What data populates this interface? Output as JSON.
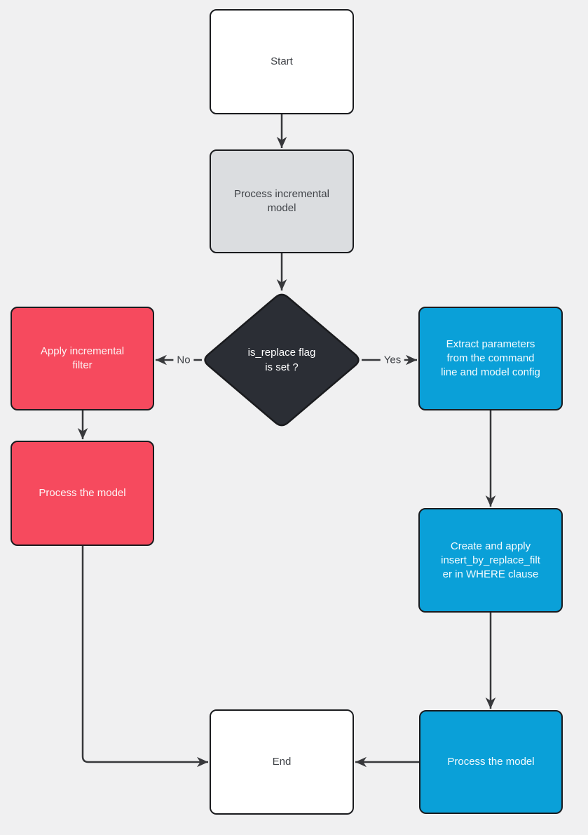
{
  "diagram": {
    "background_color": "#f0f0f1",
    "stroke_color": "#37383b",
    "border_color": "#1a1b1e",
    "nodes": {
      "start": {
        "label": "Start",
        "fill": "#ffffff",
        "text_color": "#3f4247",
        "shape": "rounded-rect"
      },
      "process_incremental": {
        "label": "Process incremental\nmodel",
        "fill": "#dbdde0",
        "text_color": "#3f4247",
        "shape": "rounded-rect"
      },
      "decision": {
        "label": "is_replace flag\nis set ?",
        "fill": "#2b2e35",
        "text_color": "#ffffff",
        "shape": "diamond"
      },
      "apply_filter": {
        "label": "Apply incremental\nfilter",
        "fill": "#f64a5e",
        "text_color": "#fdf4f5",
        "shape": "rounded-rect"
      },
      "process_model_left": {
        "label": "Process the model",
        "fill": "#f64a5e",
        "text_color": "#fdf4f5",
        "shape": "rounded-rect"
      },
      "extract_params": {
        "label": "Extract parameters\nfrom the command\nline and model config",
        "fill": "#0aa0d8",
        "text_color": "#f4fbfe",
        "shape": "rounded-rect"
      },
      "create_filter": {
        "label": "Create and apply\ninsert_by_replace_filt\ner in WHERE clause",
        "fill": "#0aa0d8",
        "text_color": "#f4fbfe",
        "shape": "rounded-rect"
      },
      "process_model_right": {
        "label": "Process the model",
        "fill": "#0aa0d8",
        "text_color": "#f4fbfe",
        "shape": "rounded-rect"
      },
      "end": {
        "label": "End",
        "fill": "#ffffff",
        "text_color": "#3f4247",
        "shape": "rounded-rect"
      }
    },
    "edge_labels": {
      "no": "No",
      "yes": "Yes"
    }
  }
}
